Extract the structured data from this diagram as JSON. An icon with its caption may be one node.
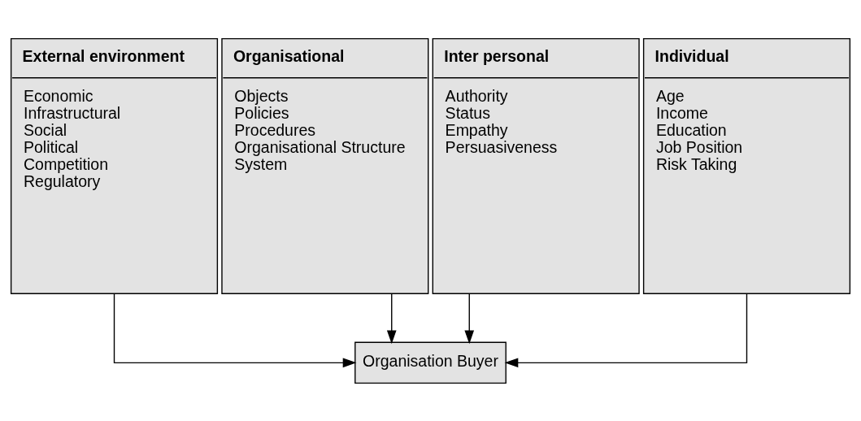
{
  "diagram": {
    "nodes": [
      {
        "text": [
          "External environment",
          "Economic",
          "Infrastructural",
          "Social",
          "Political",
          "Competition",
          "Regulatory"
        ]
      },
      {
        "text": [
          "Organisational",
          "Objects",
          "Policies",
          "Procedures",
          "Organisational Structure",
          "System"
        ]
      },
      {
        "text": [
          "Inter personal",
          "Authority",
          "Status",
          "Empathy",
          "Persuasiveness"
        ]
      },
      {
        "text": [
          "Individual",
          "Age",
          "Income",
          "Education",
          "Job Position",
          "Risk Taking"
        ]
      },
      {
        "text": [
          "Organisation Buyer"
        ]
      }
    ],
    "edges": [
      {
        "from": 0,
        "to": 4,
        "arrow": "to"
      },
      {
        "from": 1,
        "to": 4,
        "arrow": "to"
      },
      {
        "from": 2,
        "to": 4,
        "arrow": "to"
      },
      {
        "from": 3,
        "to": 4,
        "arrow": "to"
      }
    ]
  }
}
